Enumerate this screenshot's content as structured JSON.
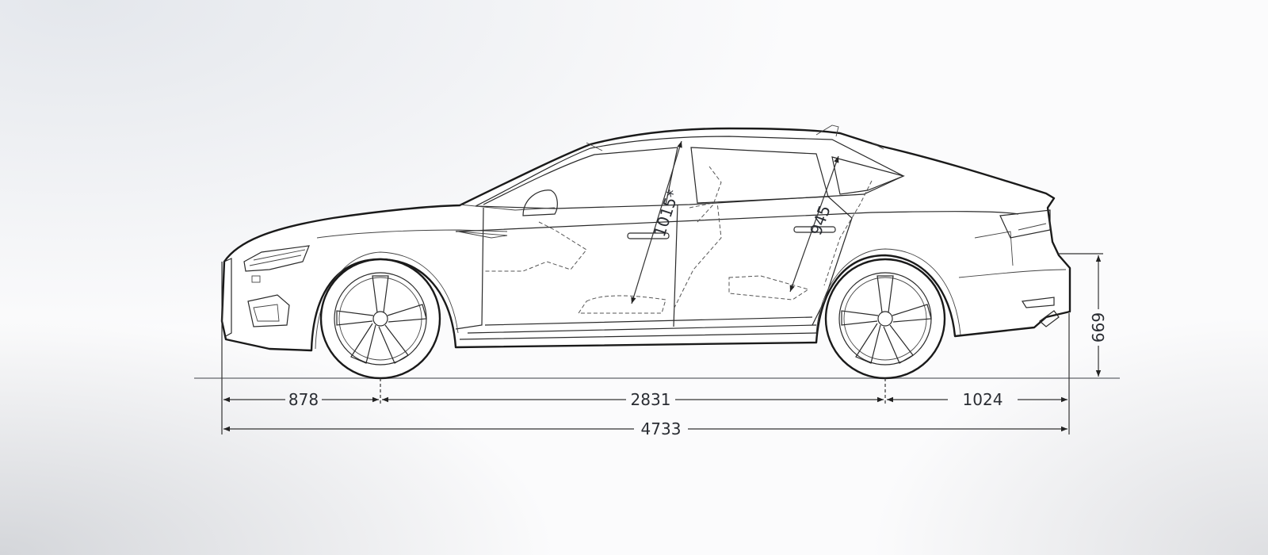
{
  "drawing": {
    "subject": "car-side-view",
    "dimensions": {
      "front_overhang": "878",
      "wheelbase": "2831",
      "rear_overhang": "1024",
      "overall_length": "4733",
      "rear_loading_height": "669",
      "front_headroom": "1015*",
      "rear_headroom": "945"
    }
  }
}
